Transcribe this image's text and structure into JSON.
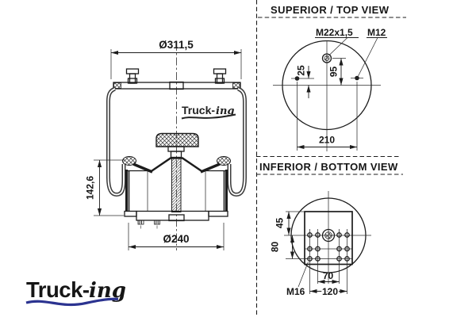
{
  "brand": {
    "logo_bold": "Truck-",
    "logo_script": "ing",
    "navy": "#2b3390",
    "orange": "#e87c1e"
  },
  "main_view": {
    "dim_diameter_top": "Ø311,5",
    "dim_height": "142,6",
    "dim_diameter_bottom": "Ø240"
  },
  "top_view": {
    "header": "SUPERIOR / TOP VIEW",
    "thread_center": "M22x1,5",
    "thread_side": "M12",
    "dim_offset": "25",
    "dim_center": "95",
    "dim_span": "210"
  },
  "bottom_view": {
    "header": "INFERIOR / BOTTOM VIEW",
    "dim_top": "45",
    "dim_rows": "80",
    "dim_inner": "70",
    "dim_outer": "120",
    "thread_bolts": "M16"
  }
}
